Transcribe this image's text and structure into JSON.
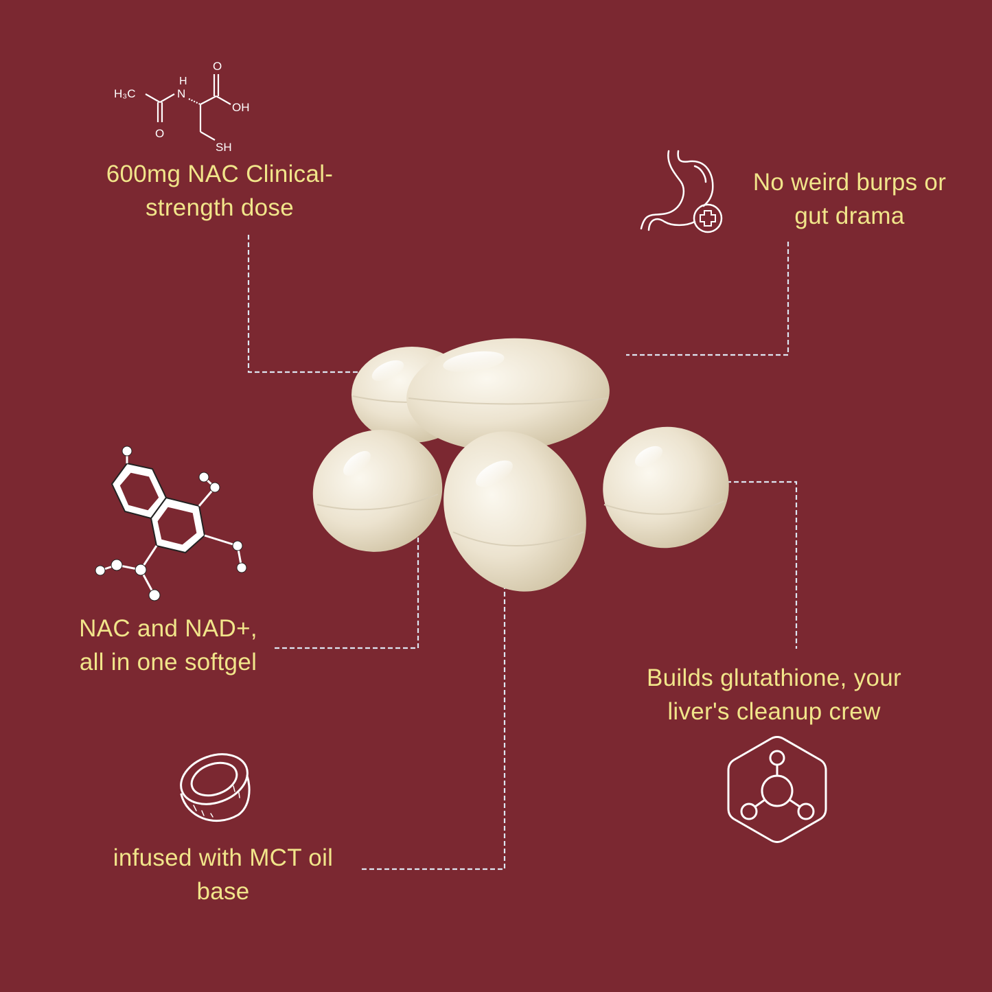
{
  "background_color": "#7b2831",
  "text_color": "#f1e58a",
  "icon_color": "#ffffff",
  "features": [
    {
      "id": "dose",
      "icon": "nac-molecule-structure-icon",
      "lines": [
        "600mg NAC Clinical-",
        "strength dose"
      ]
    },
    {
      "id": "gut",
      "icon": "stomach-plus-icon",
      "lines": [
        "No weird burps or",
        "gut drama"
      ]
    },
    {
      "id": "nad",
      "icon": "molecule-ball-stick-icon",
      "lines": [
        "NAC and NAD+,",
        "all in one softgel"
      ]
    },
    {
      "id": "glutathione",
      "icon": "hexagon-molecule-icon",
      "lines": [
        "Builds glutathione, your",
        "liver's cleanup crew"
      ]
    },
    {
      "id": "mct",
      "icon": "coconut-icon",
      "lines": [
        "infused with MCT oil",
        "base"
      ]
    }
  ],
  "molecule_labels": {
    "h3c": "H₃C",
    "h": "H",
    "n": "N",
    "o_top": "O",
    "oh": "OH",
    "o_bottom": "O",
    "sh": "SH"
  },
  "product": {
    "name": "softgel capsules",
    "count": 5,
    "color": "#ece3cf"
  }
}
